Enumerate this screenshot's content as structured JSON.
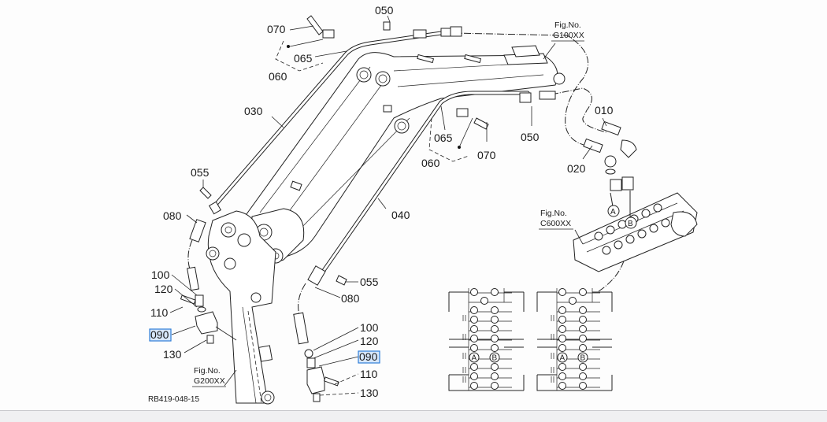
{
  "diagram": {
    "drawing_code": "RB419-048-15",
    "fig_refs": [
      {
        "id": "fig-g100",
        "line1": "Fig.No.",
        "line2": "G100XX"
      },
      {
        "id": "fig-c600",
        "line1": "Fig.No.",
        "line2": "C600XX"
      },
      {
        "id": "fig-g200",
        "line1": "Fig.No.",
        "line2": "G200XX"
      }
    ],
    "part_labels": {
      "p010": "010",
      "p020": "020",
      "p030": "030",
      "p040": "040",
      "p050_top": "050",
      "p050_mid": "050",
      "p055_left": "055",
      "p055_right": "055",
      "p060_left": "060",
      "p060_mid": "060",
      "p065_left": "065",
      "p065_mid": "065",
      "p070_left": "070",
      "p070_mid": "070",
      "p080_left": "080",
      "p080_right": "080",
      "p090_left": "090",
      "p090_right": "090",
      "p100_left": "100",
      "p100_right": "100",
      "p110_left": "110",
      "p110_right": "110",
      "p120_left": "120",
      "p120_right": "120",
      "p130_left": "130",
      "p130_right": "130"
    },
    "highlighted_parts": [
      "090"
    ],
    "highlight_color": "#2f7ed8",
    "port_markers": {
      "a": "A",
      "b": "B"
    },
    "valve_schematics": [
      {
        "id": "schematic-left",
        "port_a": "A",
        "port_b": "B"
      },
      {
        "id": "schematic-right",
        "port_a": "A",
        "port_b": "B"
      }
    ]
  }
}
